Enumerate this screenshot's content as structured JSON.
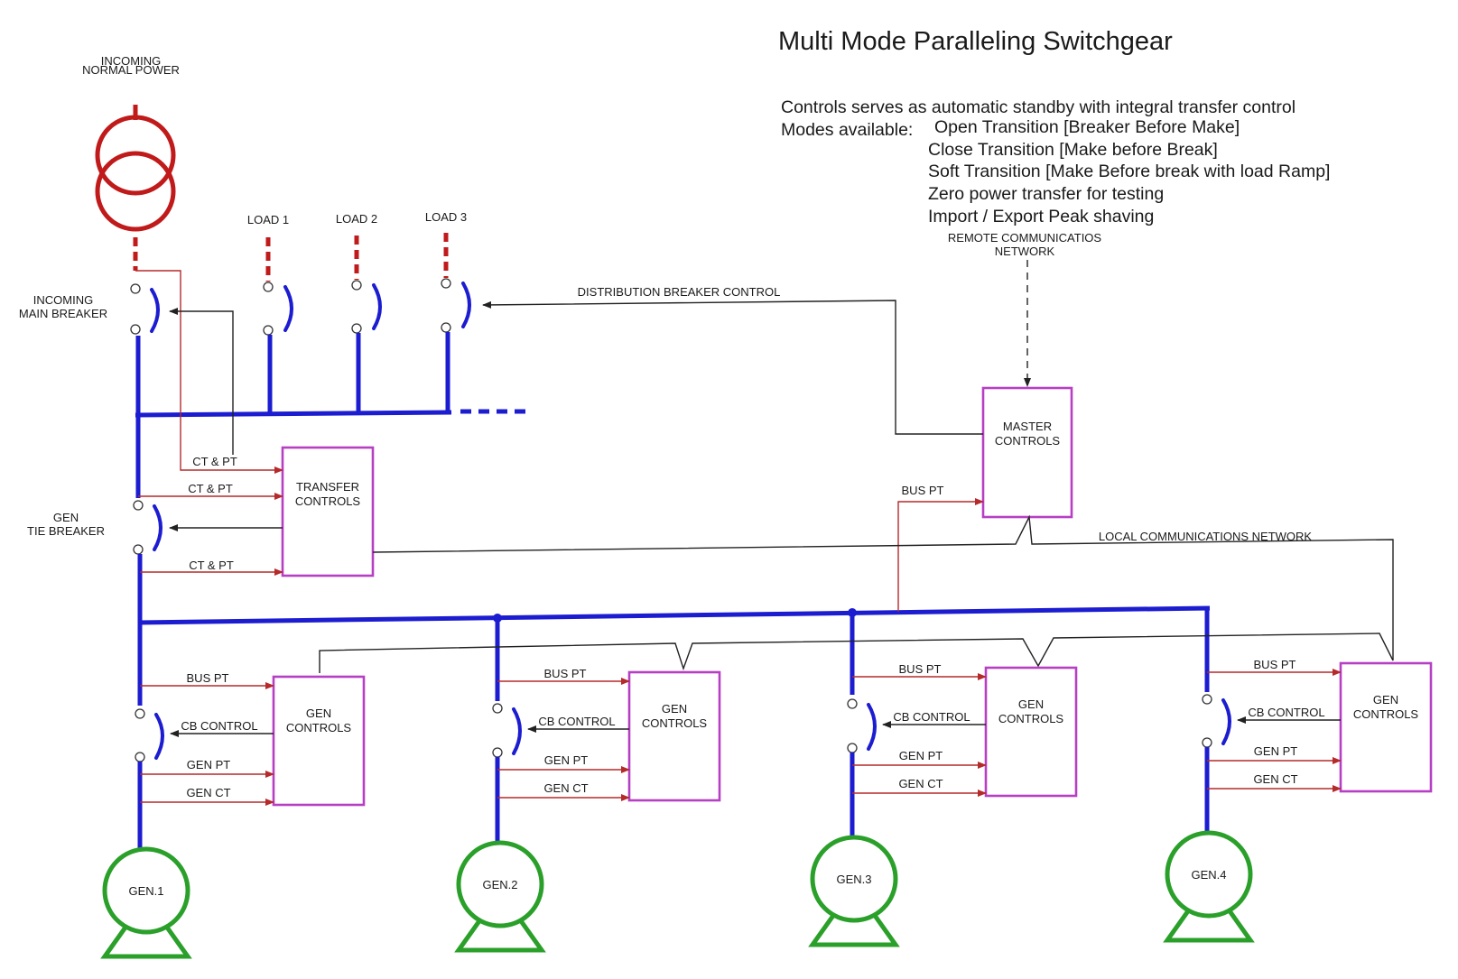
{
  "title": "Multi Mode Paralleling Switchgear",
  "description": {
    "line1": "Controls serves as automatic standby with integral transfer control",
    "modes_label": "Modes available:",
    "modes": [
      "Open Transition [Breaker Before Make]",
      "Close Transition [Make before Break]",
      "Soft Transition [Make Before break with load Ramp]",
      "Zero power transfer for testing",
      "Import / Export Peak shaving"
    ]
  },
  "incoming": {
    "line1": "INCOMING",
    "line2": "NORMAL POWER"
  },
  "main_breaker": {
    "line1": "INCOMING",
    "line2": "MAIN BREAKER"
  },
  "tie_breaker": {
    "line1": "GEN",
    "line2": "TIE BREAKER"
  },
  "loads": [
    "LOAD 1",
    "LOAD 2",
    "LOAD 3"
  ],
  "transfer_controls": {
    "line1": "TRANSFER",
    "line2": "CONTROLS"
  },
  "master_controls": {
    "line1": "MASTER",
    "line2": "CONTROLS"
  },
  "remote_network": {
    "line1": "REMOTE COMMUNICATIOS",
    "line2": "NETWORK"
  },
  "local_network": "LOCAL COMMUNICATIONS NETWORK",
  "distribution_control": "DISTRIBUTION BREAKER CONTROL",
  "ct_pt": "CT & PT",
  "bus_pt": "BUS PT",
  "gen_controls": {
    "line1": "GEN",
    "line2": "CONTROLS"
  },
  "signals": {
    "bus_pt": "BUS PT",
    "cb_control": "CB CONTROL",
    "gen_pt": "GEN PT",
    "gen_ct": "GEN CT"
  },
  "generators": [
    "GEN.1",
    "GEN.2",
    "GEN.3",
    "GEN.4"
  ],
  "colors": {
    "bus": "#1c1cd0",
    "signal": "#b52a2a",
    "control_box": "#b63fc4",
    "generator": "#2aa02a",
    "transformer": "#c01a1a"
  }
}
